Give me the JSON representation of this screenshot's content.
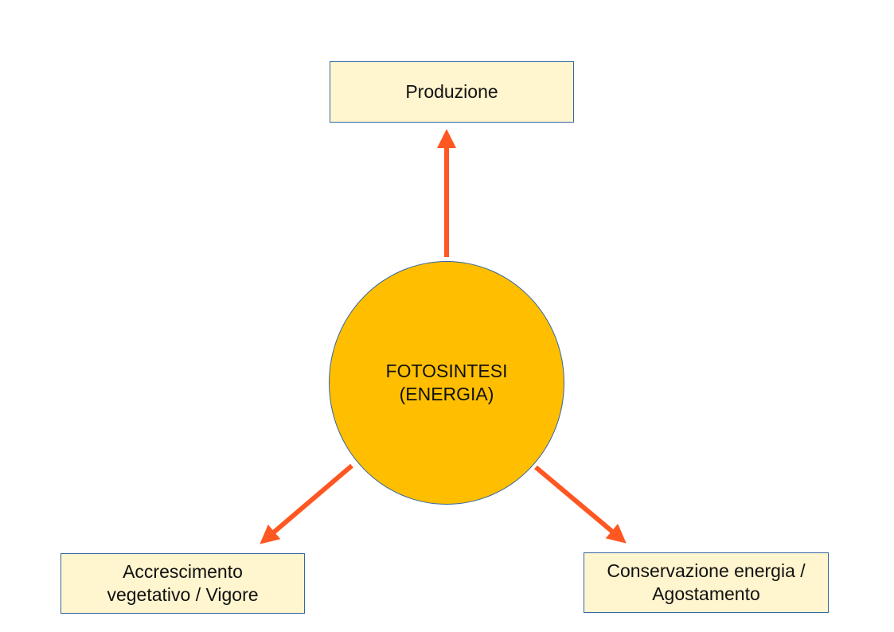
{
  "diagram": {
    "center": {
      "line1": "FOTOSINTESI",
      "line2": "(ENERGIA)"
    },
    "nodes": {
      "top": {
        "line1": "Produzione",
        "line2": ""
      },
      "left": {
        "line1": "Accrescimento",
        "line2": "vegetativo / Vigore"
      },
      "right": {
        "line1": "Conservazione energia /",
        "line2": "Agostamento"
      }
    },
    "colors": {
      "arrow": "#ff5722",
      "center_fill": "#ffbf00",
      "box_fill": "#fff5ce",
      "border": "#3465a4"
    }
  }
}
